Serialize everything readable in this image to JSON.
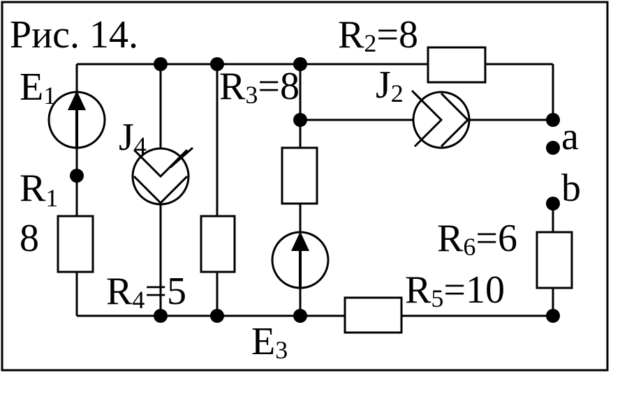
{
  "figure": {
    "caption": "Рис. 14."
  },
  "labels": {
    "E1": {
      "main": "E",
      "sub": "1"
    },
    "J4": {
      "main": "J",
      "sub": "4"
    },
    "R1": {
      "main": "R",
      "sub": "1",
      "value": "8"
    },
    "R4": {
      "main": "R",
      "sub": "4",
      "value": "=5"
    },
    "R3": {
      "main": "R",
      "sub": "3",
      "value": "=8"
    },
    "R2": {
      "main": "R",
      "sub": "2",
      "value": "=8"
    },
    "J2": {
      "main": "J",
      "sub": "2"
    },
    "E3": {
      "main": "E",
      "sub": "3"
    },
    "R5": {
      "main": "R",
      "sub": "5",
      "value": "=10"
    },
    "R6": {
      "main": "R",
      "sub": "6",
      "value": "=6"
    },
    "terminal_a": "a",
    "terminal_b": "b"
  }
}
